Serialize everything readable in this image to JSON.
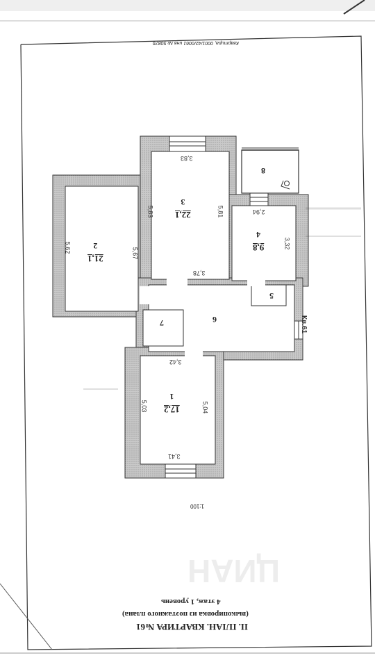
{
  "document": {
    "header_line": "Квартира, 0001/42/0061 инв № 50876",
    "title": "II. ПЛАН. КВАРТИРА №61",
    "subtitle": "(выкопировка из поэтажного плана)",
    "floor": "4 этаж, 1 уровень",
    "scale": "1:100",
    "apartment_marker": "Кв.61",
    "watermark": "ЦИАН"
  },
  "rooms": [
    {
      "id": "1",
      "number": "1",
      "area": "17,2"
    },
    {
      "id": "2",
      "number": "2",
      "area": "21,1"
    },
    {
      "id": "3",
      "number": "3",
      "area": "22,1"
    },
    {
      "id": "4",
      "number": "4",
      "area": "9,8"
    },
    {
      "id": "5",
      "number": "5",
      "area": ""
    },
    {
      "id": "6",
      "number": "6",
      "area": ""
    },
    {
      "id": "7",
      "number": "7",
      "area": ""
    },
    {
      "id": "8",
      "number": "8",
      "area": ""
    }
  ],
  "dimensions": {
    "r1_top": "3,41",
    "r1_bottom": "3,42",
    "r1_left": "5,04",
    "r1_right": "5,03",
    "r2_left": "5,67",
    "r2_right": "5,62",
    "r3_top": "3,78",
    "r3_bottom": "3,83",
    "r3_left": "5,81",
    "r3_right": "5,83",
    "r4_left": "3,32",
    "r4_bottom": "2,94"
  }
}
